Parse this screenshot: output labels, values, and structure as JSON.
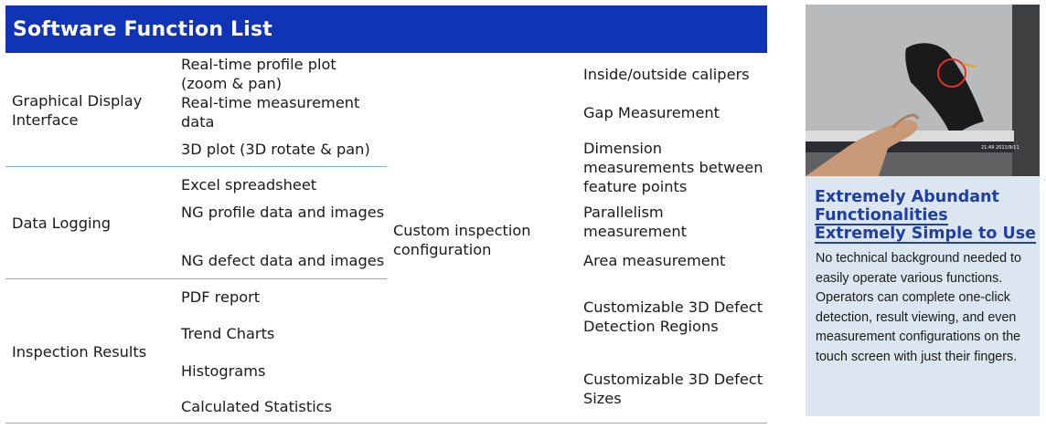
{
  "header": {
    "title": "Software Function List"
  },
  "categories": [
    {
      "label": "Graphical Display Interface",
      "functions": [
        "Real-time profile plot (zoom & pan)",
        "Real-time measurement data",
        "3D plot (3D rotate & pan)"
      ]
    },
    {
      "label": "Data Logging",
      "functions": [
        "Excel spreadsheet",
        "NG profile data and images",
        "NG defect data and images"
      ]
    },
    {
      "label": "Inspection Results",
      "functions": [
        "PDF report",
        "Trend Charts",
        "Histograms",
        "Calculated Statistics"
      ]
    }
  ],
  "custom": {
    "label": "Custom inspection configuration",
    "items": [
      "Inside/outside calipers",
      "Gap Measurement",
      "Dimension measurements between feature points",
      "Parallelism measurement",
      "Area measurement",
      "Customizable 3D Defect Detection Regions",
      "Customizable 3D Defect Sizes"
    ]
  },
  "promo": {
    "title_line1": "Extremely Abundant",
    "title_line2": "Functionalities",
    "title_line3": "Extremely Simple to Use",
    "body": "No technical background needed to easily operate various functions. Operators can complete one-click detection, result viewing, and even measurement configurations on the touch screen with just their fingers."
  },
  "photo": {
    "clock_time": "21:49",
    "clock_date": "2021/9/11",
    "icons": [
      "touchscreen-photo",
      "taskbar-icon",
      "pointing-finger"
    ]
  },
  "colors": {
    "header_bg": "#1133b5",
    "divider": "#7fb6c7",
    "panel_bg": "#dbe6f1",
    "accent": "#1f3fa6"
  }
}
